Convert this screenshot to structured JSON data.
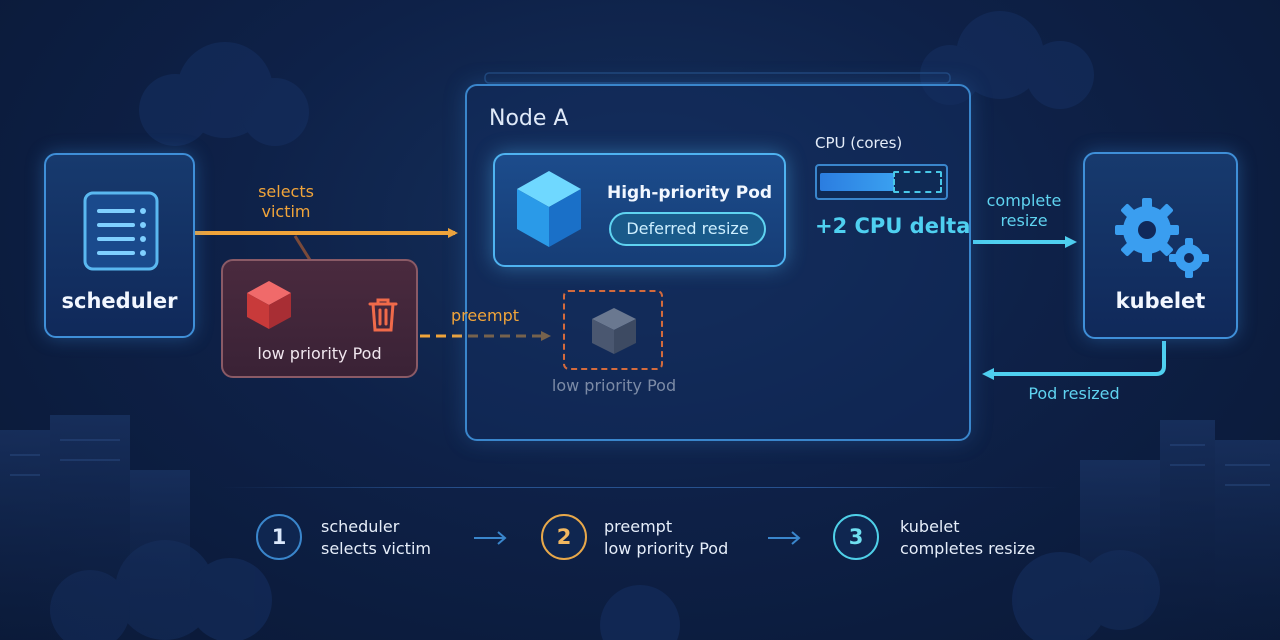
{
  "scheduler": {
    "label": "scheduler",
    "icon": "list-document-icon"
  },
  "kubelet": {
    "label": "kubelet",
    "icon": "gears-icon"
  },
  "node": {
    "title": "Node A",
    "high_priority_pod": {
      "label": "High-priority Pod",
      "badge": "Deferred resize",
      "icon": "cube-icon"
    },
    "ghost_pod": {
      "label": "low priority Pod",
      "icon": "cube-icon"
    },
    "cpu": {
      "label": "CPU (cores)",
      "delta": "+2 CPU delta",
      "current_fraction": 0.6,
      "extension_fraction": 0.4
    }
  },
  "victim_pod": {
    "label": "low priority Pod",
    "icon": "cube-icon",
    "action_icon": "trash-icon"
  },
  "arrows": {
    "selects": {
      "line1": "selects",
      "line2": "victim"
    },
    "preempt": "preempt",
    "complete": {
      "line1": "complete",
      "line2": "resize"
    },
    "resized": "Pod resized"
  },
  "steps": [
    {
      "number": "1",
      "line1": "scheduler",
      "line2": "selects victim",
      "color": "#3a86cc"
    },
    {
      "number": "2",
      "line1": "preempt",
      "line2": "low priority Pod",
      "color": "#e8a84a"
    },
    {
      "number": "3",
      "line1": "kubelet",
      "line2": "completes resize",
      "color": "#4fd0e8"
    }
  ],
  "colors": {
    "orange": "#f0a43a",
    "cyan": "#4fd0f0",
    "blue": "#3a86cc",
    "red": "#e04848"
  }
}
